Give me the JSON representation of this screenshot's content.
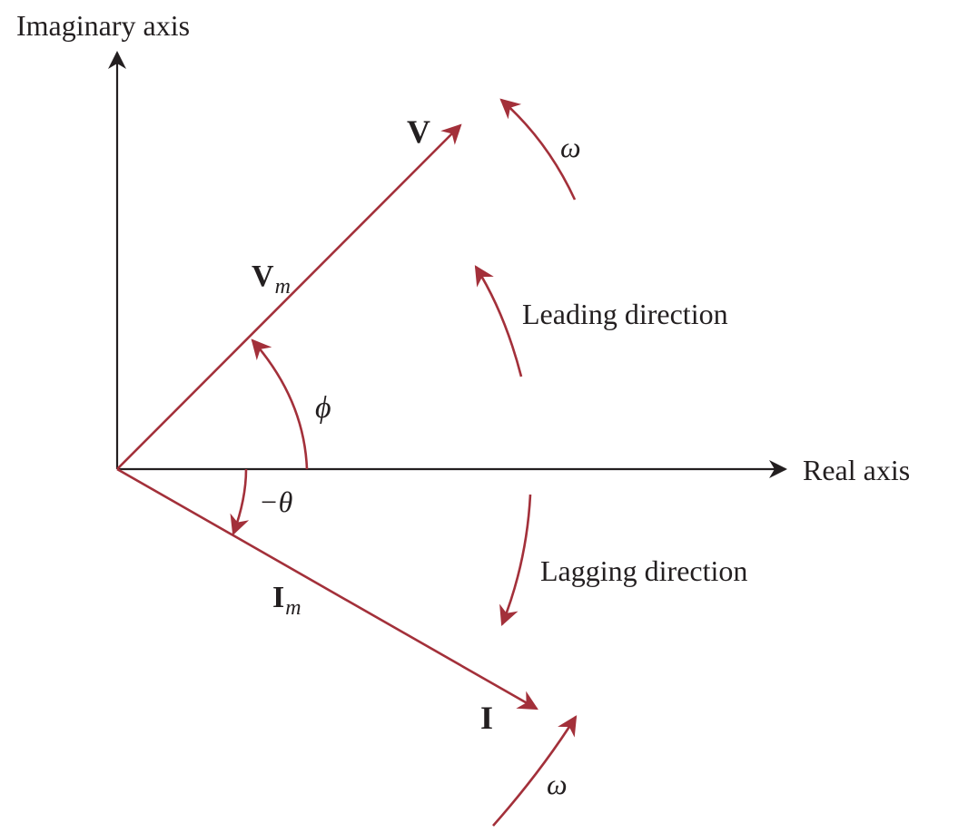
{
  "axes": {
    "imaginary_label": "Imaginary axis",
    "real_label": "Real axis"
  },
  "phasors": {
    "voltage": {
      "name": "V",
      "magnitude_symbol": "V",
      "magnitude_subscript": "m",
      "angle_symbol": "ϕ"
    },
    "current": {
      "name": "I",
      "magnitude_symbol": "I",
      "magnitude_subscript": "m",
      "angle_symbol": "−θ"
    }
  },
  "rotation": {
    "omega_symbol": "ω",
    "leading_label": "Leading direction",
    "lagging_label": "Lagging direction"
  },
  "colors": {
    "axis": "#231f20",
    "phasor": "#a3303a",
    "text": "#231f20"
  }
}
